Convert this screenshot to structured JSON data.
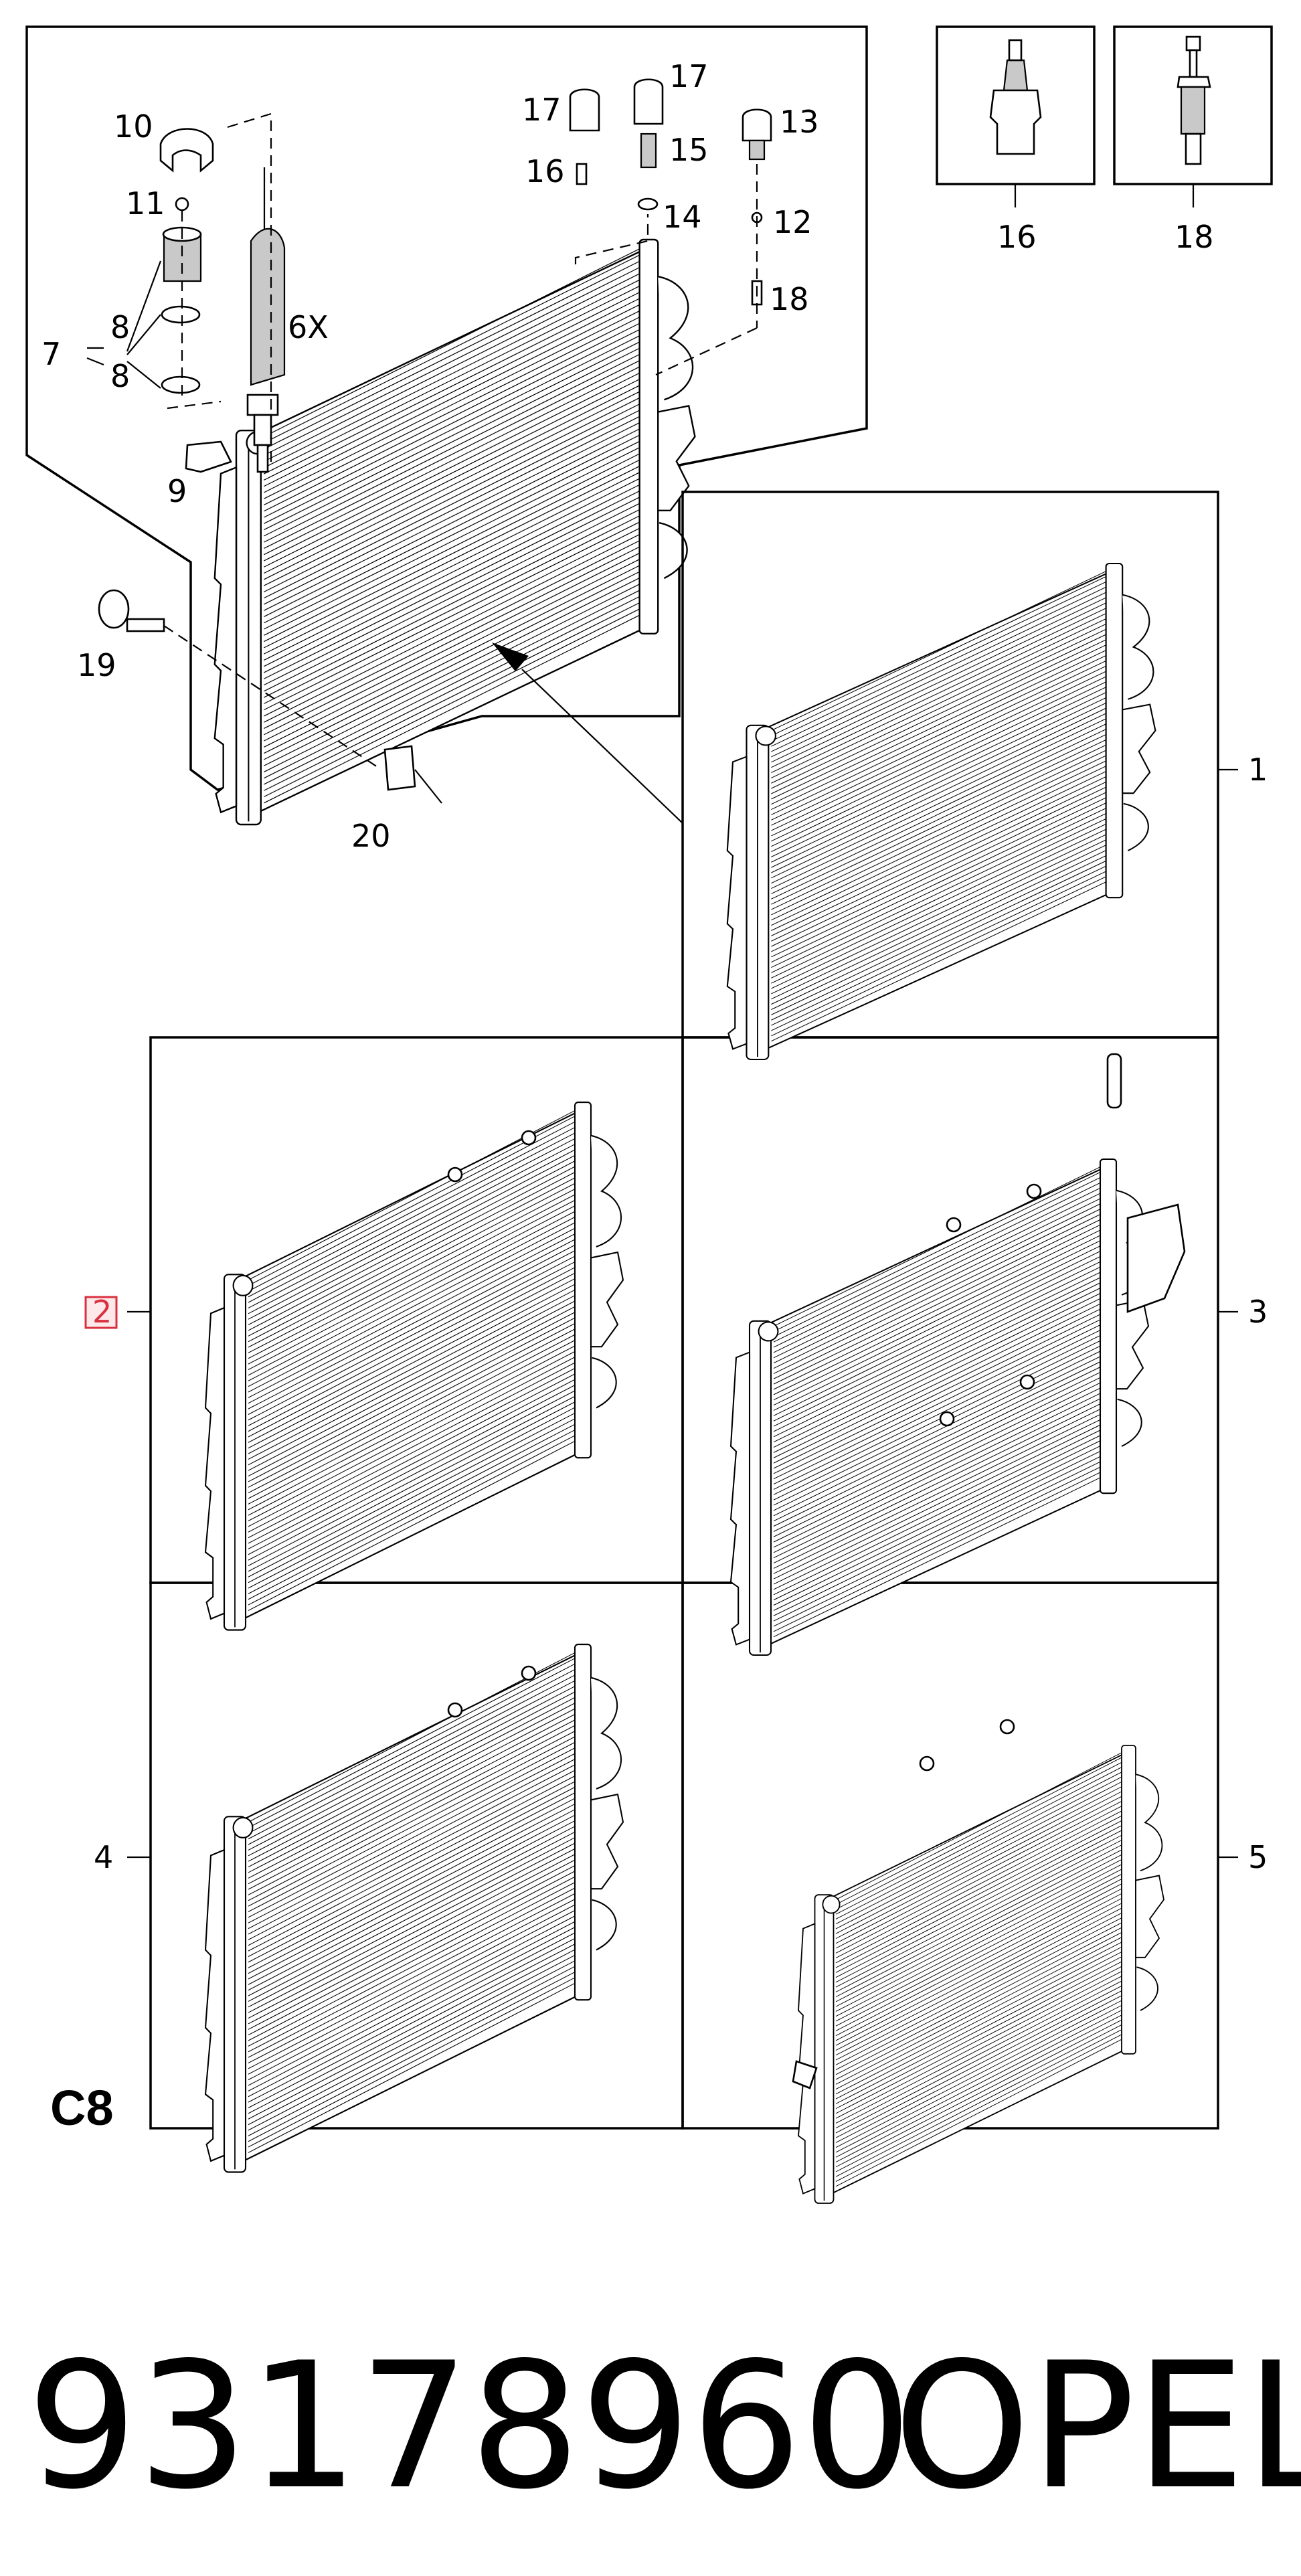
{
  "figure": {
    "section_code": "C8",
    "callouts": {
      "c1": "1",
      "c2": "2",
      "c3": "3",
      "c4": "4",
      "c5": "5",
      "c6x": "6X",
      "c7": "7",
      "c8a": "8",
      "c8b": "8",
      "c9": "9",
      "c10": "10",
      "c11": "11",
      "c12": "12",
      "c13": "13",
      "c14": "14",
      "c15": "15",
      "c16": "16",
      "c17a": "17",
      "c17b": "17",
      "c18": "18",
      "c19": "19",
      "c20": "20",
      "inset16": "16",
      "inset18": "18"
    },
    "highlighted_callout": "2",
    "highlight_color": "#d9303f"
  },
  "footer": {
    "part_number": "93178960",
    "brand": "OPEL"
  }
}
